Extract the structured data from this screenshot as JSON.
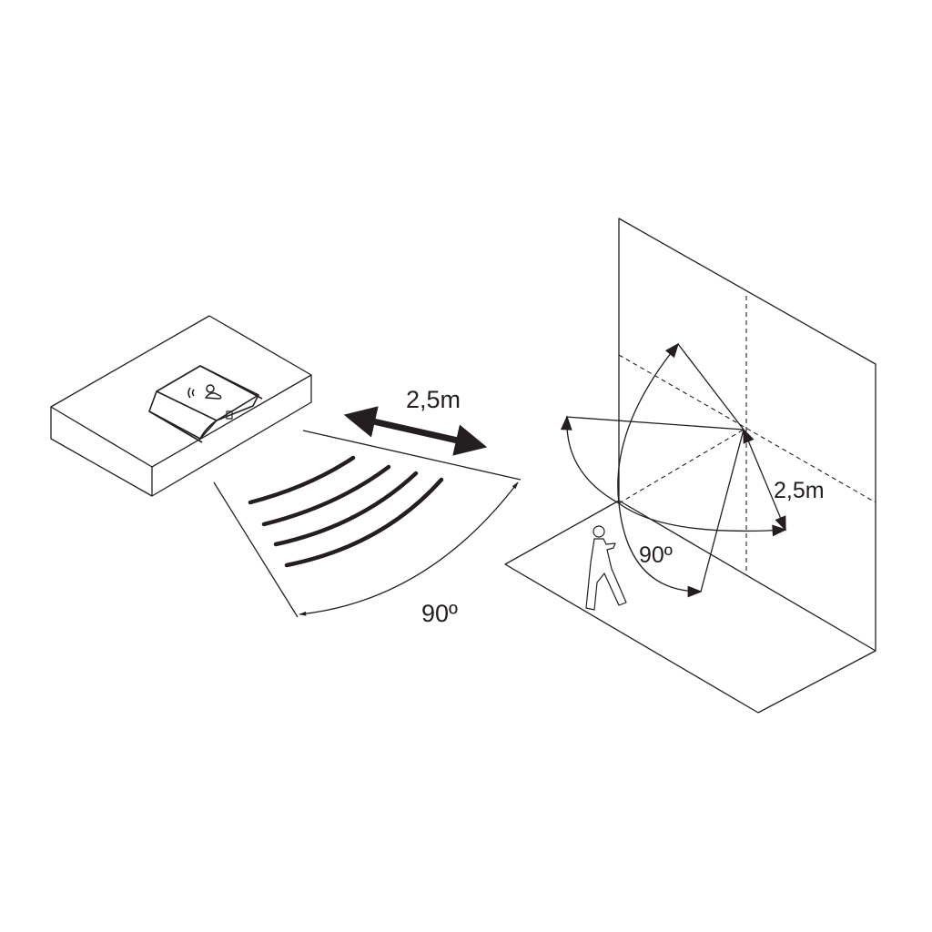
{
  "left_panel": {
    "distance_label": "2,5m",
    "angle_label": "90º"
  },
  "right_panel": {
    "distance_label": "2,5m",
    "angle_label": "90º"
  },
  "colors": {
    "ink": "#231f20",
    "background": "#ffffff"
  }
}
